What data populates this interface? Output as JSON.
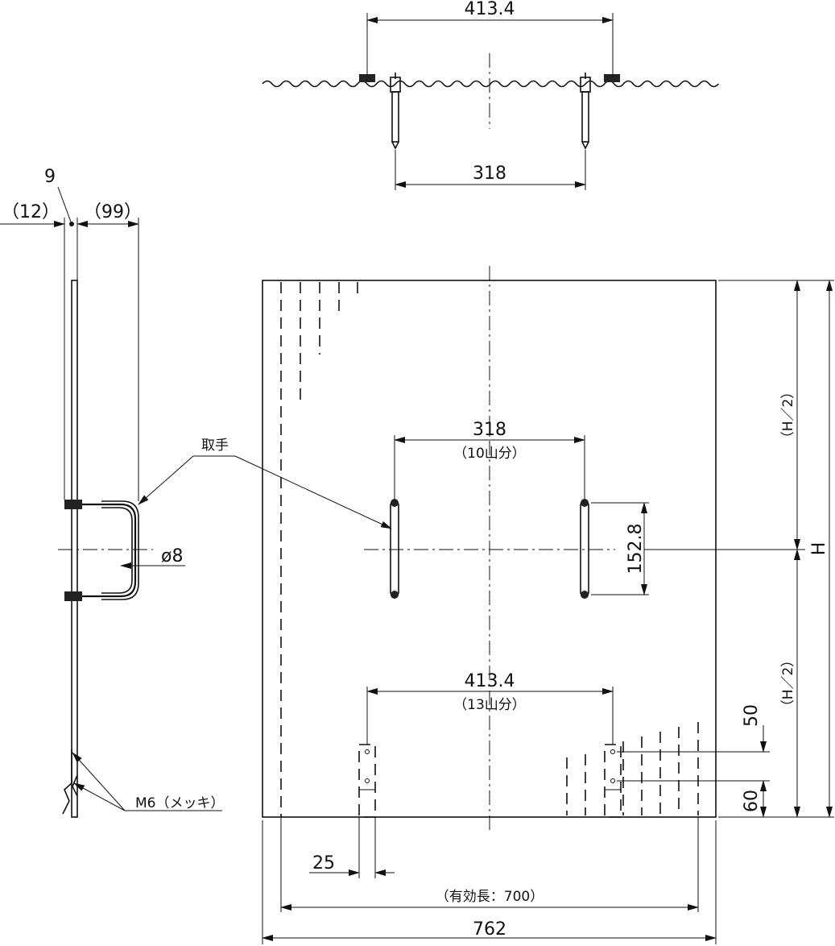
{
  "dimensions": {
    "top_span": "413.4",
    "top_anchor_pitch": "318",
    "side_twelve": "（12）",
    "side_nine": "9",
    "side_ninetynine": "（99）",
    "handle_label": "取手",
    "rod_dia": "ø8",
    "bolt_label": "M6（メッキ）",
    "handle_pitch": "318",
    "handle_pitch_sub": "（10山分）",
    "handle_length": "152.8",
    "bottom_pitch": "413.4",
    "bottom_pitch_sub": "（13山分）",
    "half_height_upper": "（H／2）",
    "half_height_lower": "（H／2）",
    "height": "H",
    "bolt_offset_50": "50",
    "bolt_offset_60": "60",
    "bracket_width": "25",
    "effective_length": "（有効長：700）",
    "total_width": "762"
  }
}
